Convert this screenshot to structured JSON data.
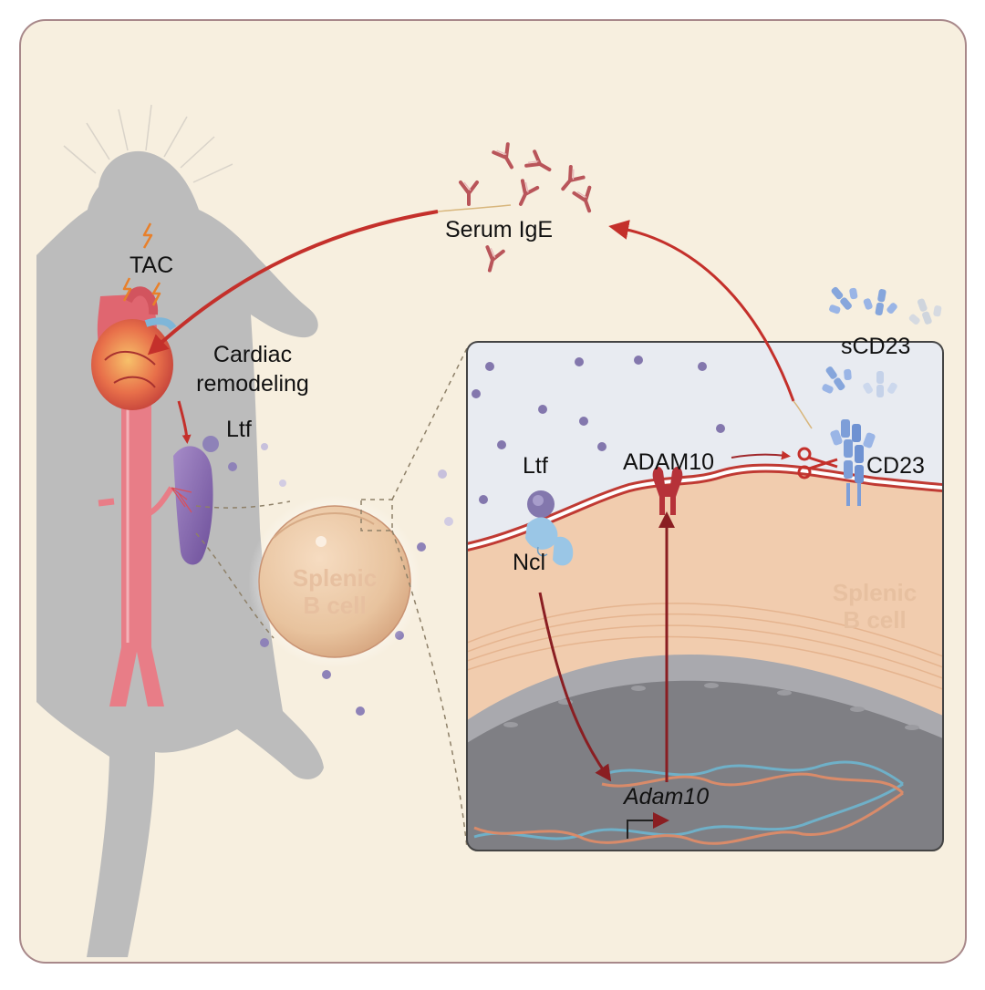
{
  "labels": {
    "tac": "TAC",
    "cardiac_remodeling": [
      "Cardiac",
      "remodeling"
    ],
    "ltf_left": "Ltf",
    "serum_ige": "Serum IgE",
    "scd23": "sCD23",
    "ltf_right": "Ltf",
    "adam10_protein": "ADAM10",
    "cd23": "CD23",
    "ncl": "Ncl",
    "splenic_b_cell_left": [
      "Splenic",
      "B cell"
    ],
    "splenic_b_cell_right": [
      "Splenic",
      "B cell"
    ],
    "adam10_gene": "Adam10"
  },
  "colors": {
    "frame_bg": "#f7efdf",
    "frame_border": "#a8888a",
    "mouse": "#bcbcbc",
    "arrow_red": "#c4302b",
    "arrow_dark": "#8a1e22",
    "ige": "#b9555a",
    "cd23_blue": "#7d9ed8",
    "ltf_purple": "#8e82b8",
    "b_cell_fill": "#e9c6a2",
    "membrane_red": "#c03a33",
    "nucleus": "#8e8e92",
    "dna_blue": "#6fb0c8",
    "dna_orange": "#d98b6a"
  },
  "icons": {
    "scissors": "scissors-icon",
    "lightning": "lightning-icon"
  }
}
